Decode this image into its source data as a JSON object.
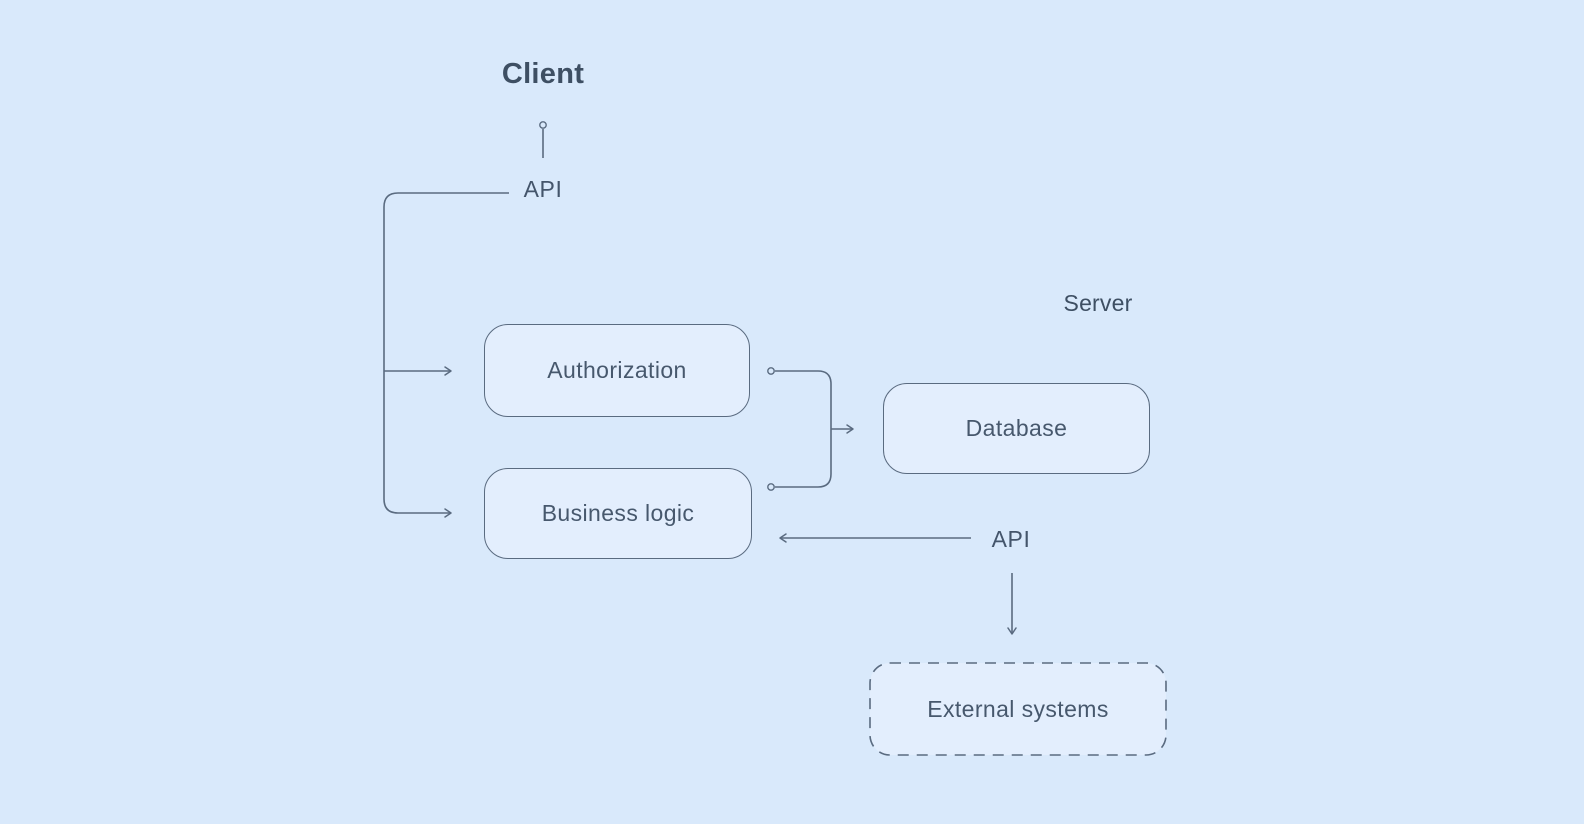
{
  "colors": {
    "background": "#d9e9fb",
    "node_fill": "#e3eefd",
    "line": "#5a6b80",
    "node_text": "#47586d",
    "heading_text": "#3e4f63"
  },
  "zones": {
    "client_label": "Client",
    "server_label": "Server"
  },
  "interface_labels": {
    "client_api": "API",
    "server_api": "API"
  },
  "nodes": {
    "authorization": {
      "label": "Authorization",
      "border": "solid"
    },
    "business_logic": {
      "label": "Business logic",
      "border": "solid"
    },
    "database": {
      "label": "Database",
      "border": "solid"
    },
    "external_systems": {
      "label": "External systems",
      "border": "dashed"
    }
  },
  "edges": [
    {
      "from": "client-api",
      "to": "client",
      "style": "line-with-dot-end"
    },
    {
      "from": "client-api",
      "to": "authorization",
      "style": "arrow"
    },
    {
      "from": "client-api",
      "to": "business-logic",
      "style": "arrow"
    },
    {
      "from": "authorization",
      "to": "database",
      "style": "dot-start-merged-arrow"
    },
    {
      "from": "business-logic",
      "to": "database",
      "style": "dot-start-merged-arrow"
    },
    {
      "from": "server-api",
      "to": "business-logic",
      "style": "arrow"
    },
    {
      "from": "server-api",
      "to": "external-systems",
      "style": "arrow"
    }
  ]
}
